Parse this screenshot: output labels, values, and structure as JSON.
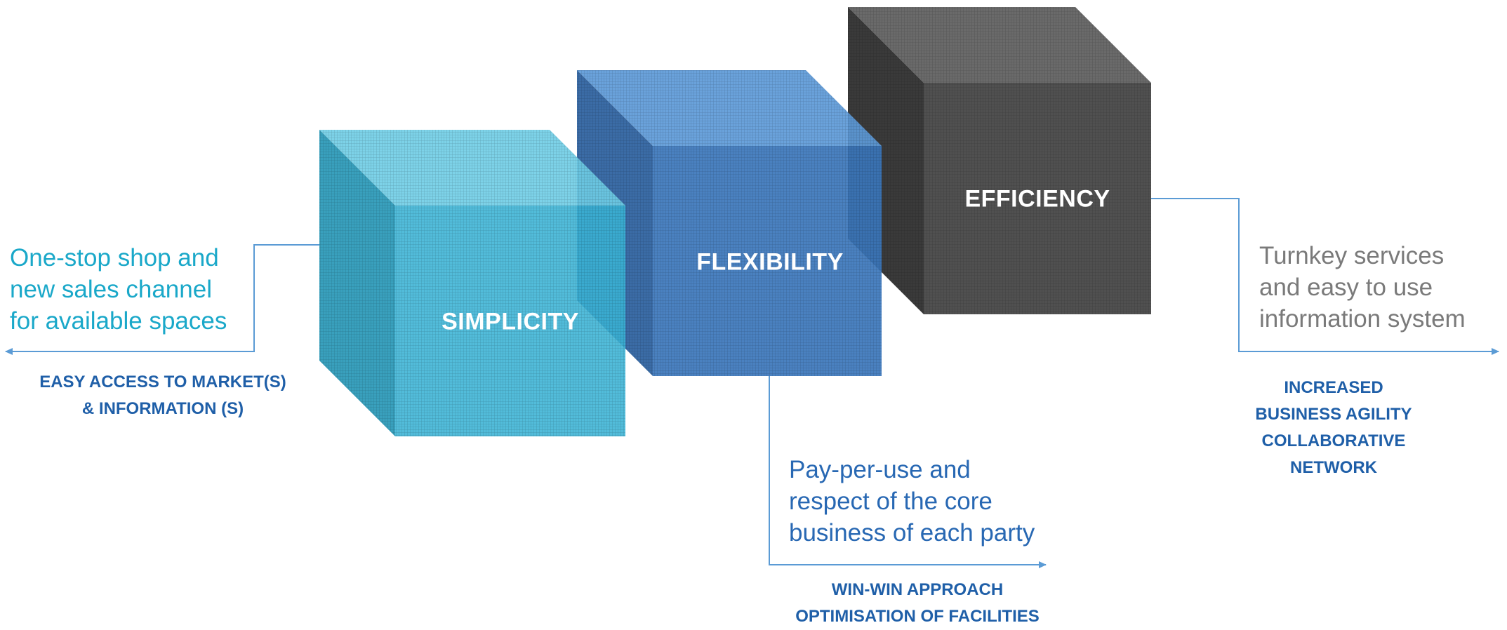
{
  "cubes": {
    "simplicity": {
      "label": "SIMPLICITY",
      "color": "#3cb6d6"
    },
    "flexibility": {
      "label": "FLEXIBILITY",
      "color": "#3f7fc4"
    },
    "efficiency": {
      "label": "EFFICIENCY",
      "color": "#4d4d4d"
    }
  },
  "descriptions": {
    "simplicity": "One-stop shop and\nnew sales channel\nfor available spaces",
    "flexibility": "Pay-per-use and\nrespect of the core\nbusiness of each party",
    "efficiency": "Turnkey services\nand easy to use\ninformation system"
  },
  "outcomes": {
    "simplicity": "EASY ACCESS TO MARKET(S)\n& INFORMATION (S)",
    "flexibility": "WIN-WIN APPROACH\nOPTIMISATION OF FACILITIES",
    "efficiency": "INCREASED BUSINESS AGILITY\nCOLLABORATIVE NETWORK"
  },
  "colors": {
    "connector": "#5b9bd5",
    "simplicity_text": "#1aa8c9",
    "flexibility_text": "#2868b3",
    "efficiency_text": "#7a7a7a",
    "outcome_text": "#1f5fa8"
  }
}
